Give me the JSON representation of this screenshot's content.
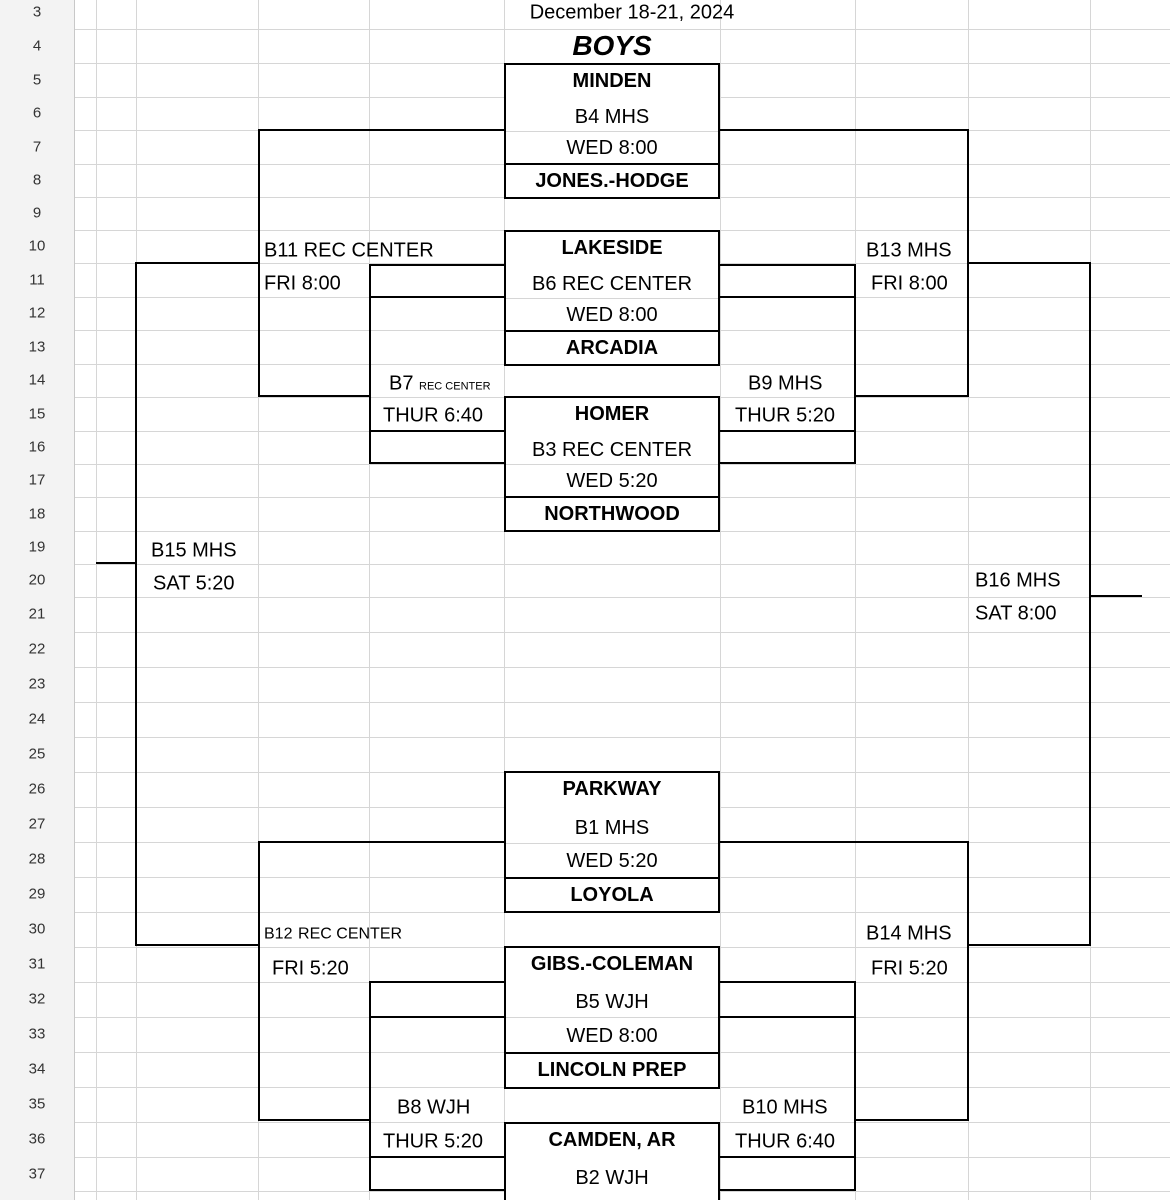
{
  "sheet": {
    "row_numbers": [
      "3",
      "4",
      "5",
      "6",
      "7",
      "8",
      "9",
      "10",
      "11",
      "12",
      "13",
      "14",
      "15",
      "16",
      "17",
      "18",
      "19",
      "20",
      "21",
      "22",
      "23",
      "24",
      "25",
      "26",
      "27",
      "28",
      "29",
      "30",
      "31",
      "32",
      "33",
      "34",
      "35",
      "36",
      "37"
    ],
    "dates": "December 18-21, 2024",
    "division": "BOYS"
  },
  "teams": {
    "minden": "MINDEN",
    "jones_hodge": "JONES.-HODGE",
    "lakeside": "LAKESIDE",
    "arcadia": "ARCADIA",
    "homer": "HOMER",
    "northwood": "NORTHWOOD",
    "parkway": "PARKWAY",
    "loyola": "LOYOLA",
    "gibs_coleman": "GIBS.-COLEMAN",
    "lincoln_prep": "LINCOLN PREP",
    "camden": "CAMDEN, AR"
  },
  "games": {
    "b4": {
      "label": "B4 MHS",
      "time": "WED 8:00"
    },
    "b6": {
      "label": "B6 REC CENTER",
      "time": "WED 8:00"
    },
    "b3": {
      "label": "B3 REC CENTER",
      "time": "WED 5:20"
    },
    "b1": {
      "label": "B1 MHS",
      "time": "WED 5:20"
    },
    "b5": {
      "label": "B5 WJH",
      "time": "WED 8:00"
    },
    "b2": {
      "label": "B2 WJH"
    },
    "b7": {
      "label": "B7",
      "site": "REC CENTER",
      "time": "THUR 6:40"
    },
    "b9": {
      "label": "B9 MHS",
      "time": "THUR 5:20"
    },
    "b8": {
      "label": "B8 WJH",
      "time": "THUR 5:20"
    },
    "b10": {
      "label": "B10 MHS",
      "time": "THUR 6:40"
    },
    "b11": {
      "label": "B11 REC CENTER",
      "time": "FRI 8:00"
    },
    "b13": {
      "label": "B13 MHS",
      "time": "FRI 8:00"
    },
    "b12": {
      "label": "B12",
      "site": "REC CENTER",
      "time": "FRI 5:20"
    },
    "b14": {
      "label": "B14 MHS",
      "time": "FRI 5:20"
    },
    "b15": {
      "label": "B15 MHS",
      "time": "SAT 5:20"
    },
    "b16": {
      "label": "B16 MHS",
      "time": "SAT 8:00"
    }
  }
}
